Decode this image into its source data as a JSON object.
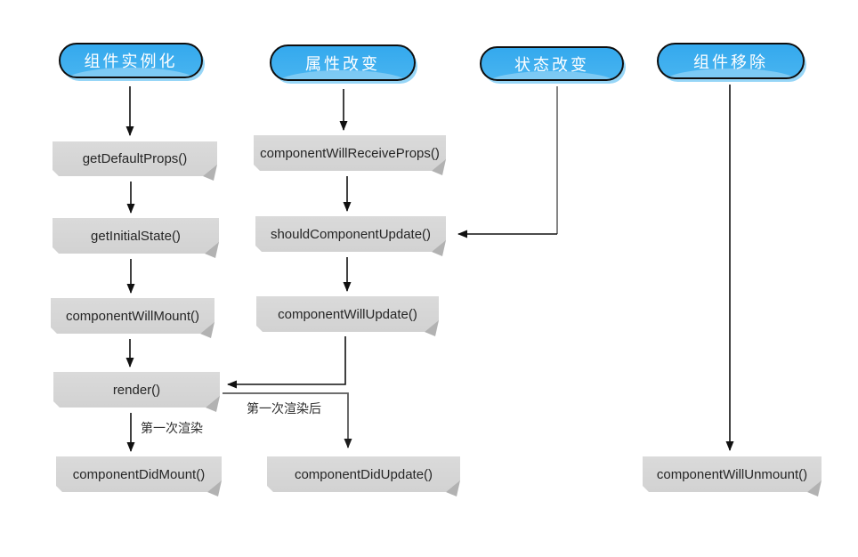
{
  "colors": {
    "pill_fill": "#3fafef",
    "pill_border": "#0e0e0e",
    "pill_shadow": "#97d6f7",
    "box_fill": "#d6d6d6",
    "box_fold": "#b2b2b2",
    "wire_black": "#111111",
    "wire_gray": "#5a5a5a",
    "background": "#ffffff"
  },
  "pills": [
    {
      "id": "instantiate",
      "label": "组件实例化"
    },
    {
      "id": "props-change",
      "label": "属性改变"
    },
    {
      "id": "state-change",
      "label": "状态改变"
    },
    {
      "id": "remove",
      "label": "组件移除"
    }
  ],
  "methods": [
    {
      "id": "getDefaultProps",
      "label": "getDefaultProps()"
    },
    {
      "id": "getInitialState",
      "label": "getInitialState()"
    },
    {
      "id": "componentWillMount",
      "label": "componentWillMount()"
    },
    {
      "id": "render",
      "label": "render()"
    },
    {
      "id": "componentDidMount",
      "label": "componentDidMount()"
    },
    {
      "id": "componentWillReceiveProps",
      "label": "componentWillReceiveProps()"
    },
    {
      "id": "shouldComponentUpdate",
      "label": "shouldComponentUpdate()"
    },
    {
      "id": "componentWillUpdate",
      "label": "componentWillUpdate()"
    },
    {
      "id": "componentDidUpdate",
      "label": "componentDidUpdate()"
    },
    {
      "id": "componentWillUnmount",
      "label": "componentWillUnmount()"
    }
  ],
  "edge_labels": {
    "first_render": "第一次渲染",
    "after_first_render": "第一次渲染后"
  }
}
